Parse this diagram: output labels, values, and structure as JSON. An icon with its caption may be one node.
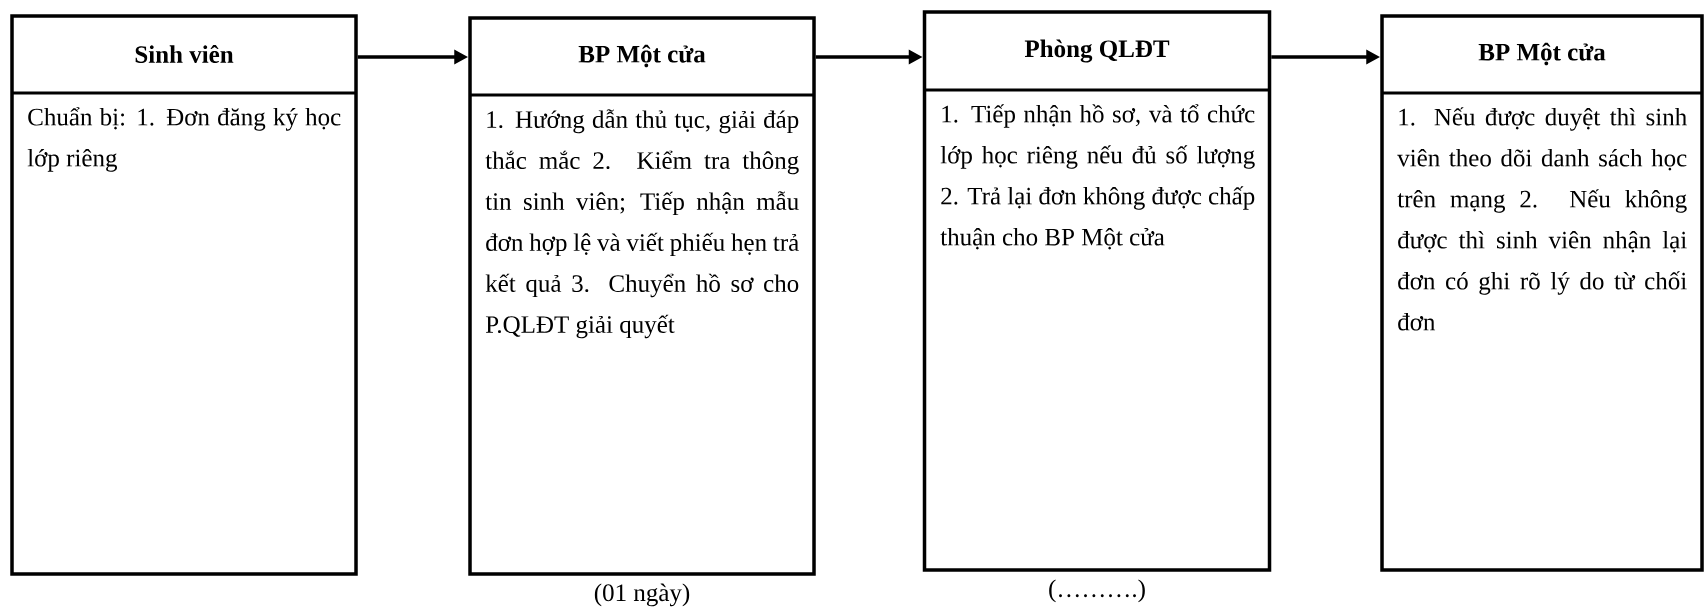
{
  "diagram": {
    "nodes": [
      {
        "text": [
          "Sinh viên",
          "Chuẩn bị: 1. Đơn đăng ký học lớp riêng"
        ]
      },
      {
        "text": [
          "BP Một cửa",
          "1. Hướng dẫn thủ tục, giải đáp thắc mắc 2. Kiểm tra thông tin sinh viên; Tiếp nhận mẫu đơn hợp lệ và viết phiếu hẹn trả kết quả 3. Chuyển hồ sơ cho P.QLĐT giải quyết"
        ],
        "beside": [
          "(01 ngày)"
        ]
      },
      {
        "text": [
          "Phòng QLĐT",
          "1. Tiếp nhận hồ sơ, và tổ chức lớp học riêng nếu đủ số lượng 2. Trả lại đơn không được chấp thuận cho BP Một cửa"
        ],
        "beside": [
          "(……….)"
        ]
      },
      {
        "text": [
          "BP Một cửa",
          "1. Nếu được duyệt thì sinh viên theo dõi danh sách học trên mạng 2. Nếu không được thì sinh viên nhận lại đơn có ghi rõ lý do từ chối đơn"
        ]
      }
    ],
    "edges": [
      {
        "from": 0,
        "to": 1,
        "arrow": "to"
      },
      {
        "from": 1,
        "to": 2,
        "arrow": "to"
      },
      {
        "from": 2,
        "to": 3,
        "arrow": "to"
      }
    ]
  }
}
